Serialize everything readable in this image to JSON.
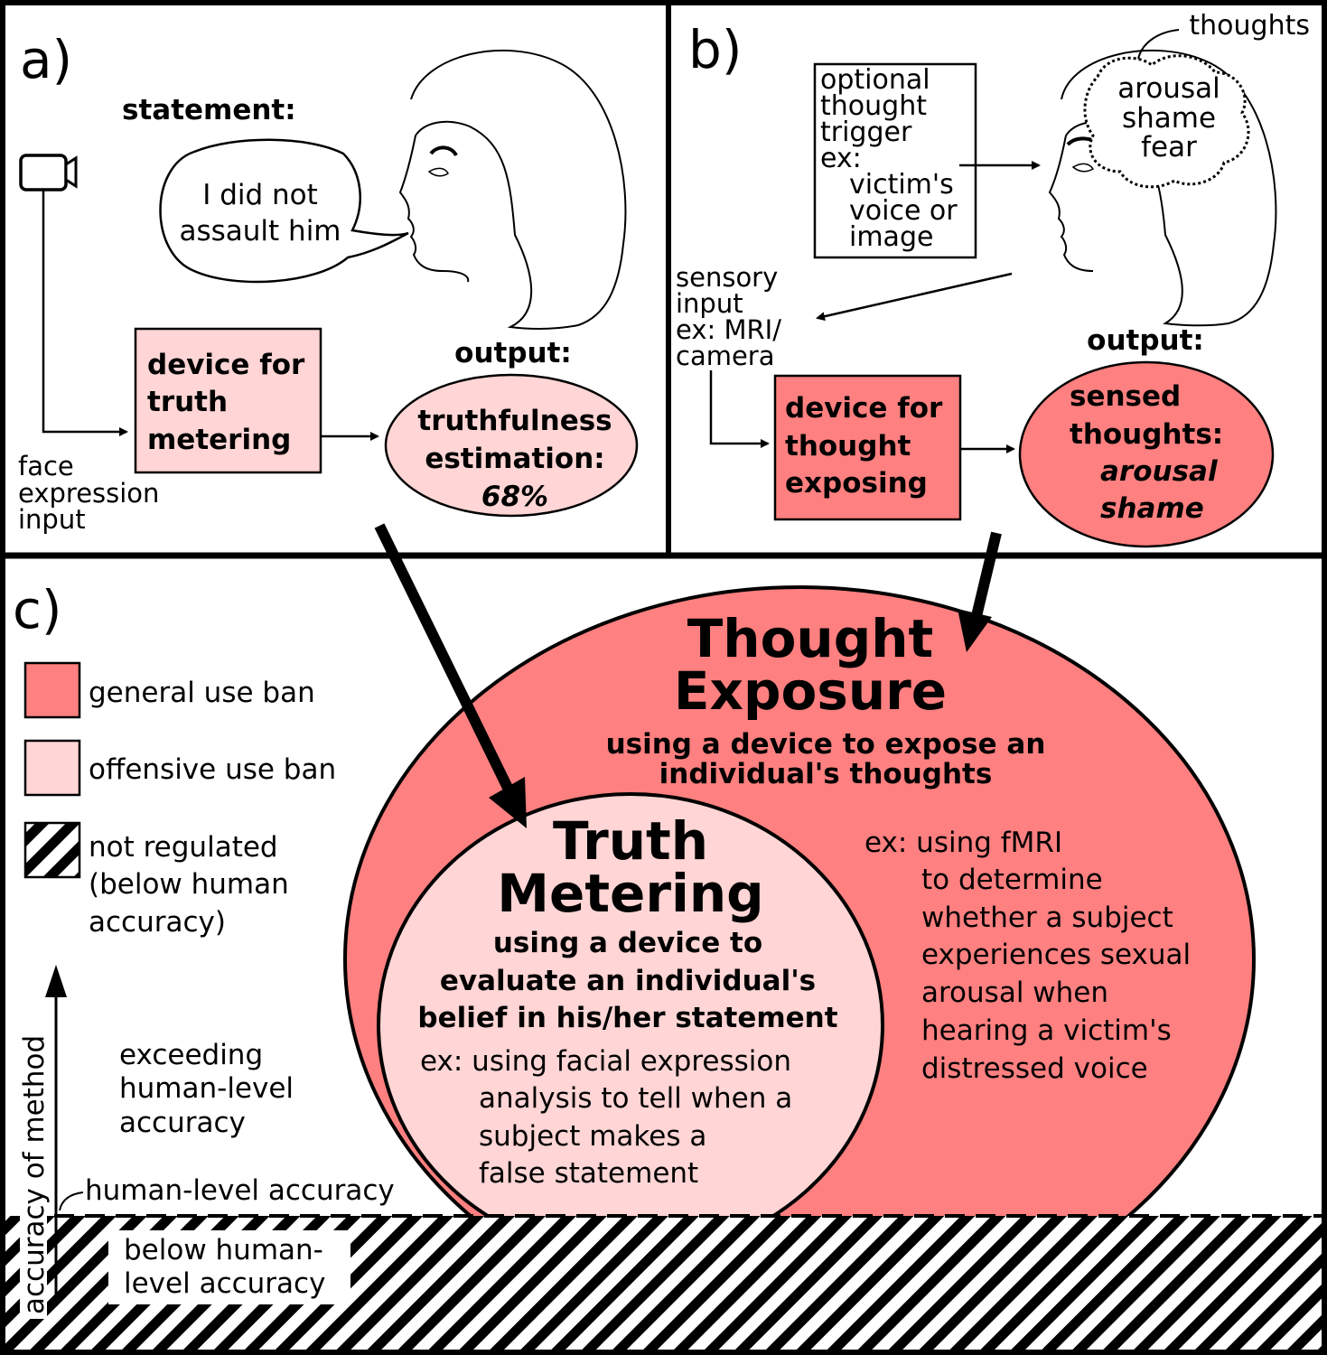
{
  "colors": {
    "general_ban": "#ff8080",
    "offensive_ban": "#ffd5d5",
    "stroke": "#000000"
  },
  "panel_a": {
    "letter": "a)",
    "statement_label": "statement:",
    "speech": [
      "I did not",
      "assault him"
    ],
    "device": [
      "device for",
      "truth",
      "metering"
    ],
    "input_label": [
      "face",
      "expression",
      "input"
    ],
    "output_label": "output:",
    "output": [
      "truthfulness",
      "estimation:"
    ],
    "output_value": "68%",
    "camera_icon": "video-camera-icon"
  },
  "panel_b": {
    "letter": "b)",
    "thoughts_label": "thoughts",
    "thoughts": [
      "arousal",
      "shame",
      "fear"
    ],
    "trigger": [
      "optional",
      "thought",
      "trigger",
      "ex:"
    ],
    "trigger_ex": [
      "victim's",
      "voice or",
      "image"
    ],
    "sensory": [
      "sensory",
      "input",
      "ex: MRI/",
      "camera"
    ],
    "device": [
      "device for",
      "thought",
      "exposing"
    ],
    "output_label": "output:",
    "output": [
      "sensed",
      "thoughts:"
    ],
    "output_values": [
      "arousal",
      "shame"
    ]
  },
  "panel_c": {
    "letter": "c)",
    "legend": [
      {
        "label": "general use ban"
      },
      {
        "label": "offensive use ban"
      },
      {
        "label": [
          "not regulated",
          "(below human",
          "accuracy)"
        ]
      }
    ],
    "axis_label": "accuracy of method",
    "exceeding": [
      "exceeding",
      "human-level",
      "accuracy"
    ],
    "human_level": "human-level accuracy",
    "below": [
      "below human-",
      "level accuracy"
    ],
    "thought_exposure": {
      "title": [
        "Thought",
        "Exposure"
      ],
      "desc": [
        "using a device to expose an",
        "individual's thoughts"
      ],
      "example_lead": "ex: using fMRI",
      "example": [
        "to determine",
        "whether a subject",
        "experiences sexual",
        "arousal when",
        "hearing a victim's",
        "distressed voice"
      ]
    },
    "truth_metering": {
      "title": [
        "Truth",
        "Metering"
      ],
      "desc": [
        "using a device to",
        "evaluate an individual's",
        "belief in his/her statement"
      ],
      "example_lead": "ex: using facial expression",
      "example": [
        "analysis to tell when a",
        "subject makes a",
        "false statement"
      ]
    }
  }
}
